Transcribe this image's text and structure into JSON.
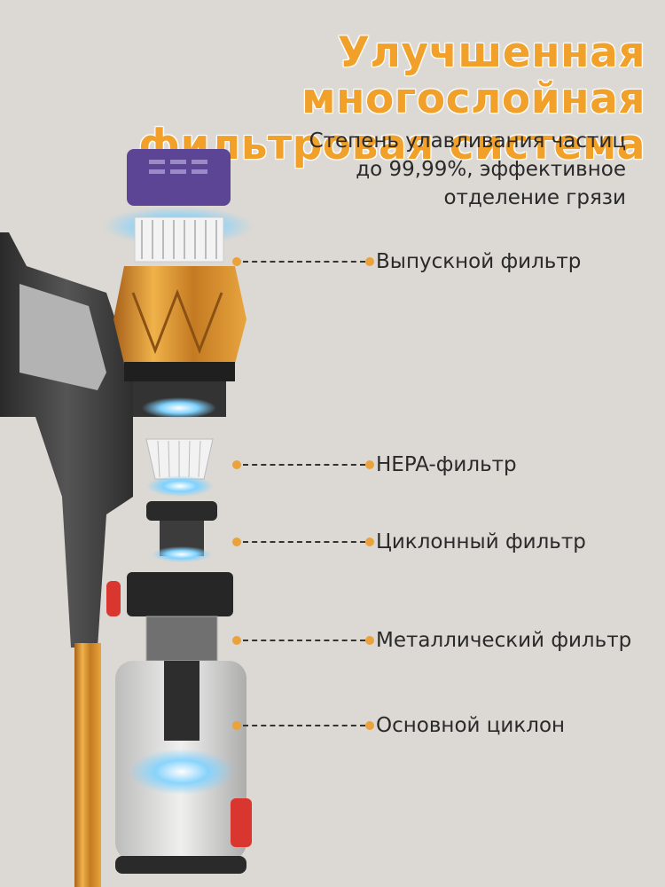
{
  "header": {
    "title_line1": "Улучшенная многослойная",
    "title_line2": "фильтровая система",
    "subtitle_line1": "Степень улавливания частиц",
    "subtitle_line2": "до 99,99%, эффективное",
    "subtitle_line3": "отделение грязи"
  },
  "callouts": [
    {
      "label": "Выпускной фильтр"
    },
    {
      "label": "HEPA-фильтр"
    },
    {
      "label": "Циклонный фильтр"
    },
    {
      "label": "Металлический фильтр"
    },
    {
      "label": "Основной циклон"
    }
  ],
  "colors": {
    "accent": "#f1a12a",
    "filter_purple": "#6a4fa3",
    "gold": "#d18e2e",
    "dark_body": "#3a3a3a"
  }
}
